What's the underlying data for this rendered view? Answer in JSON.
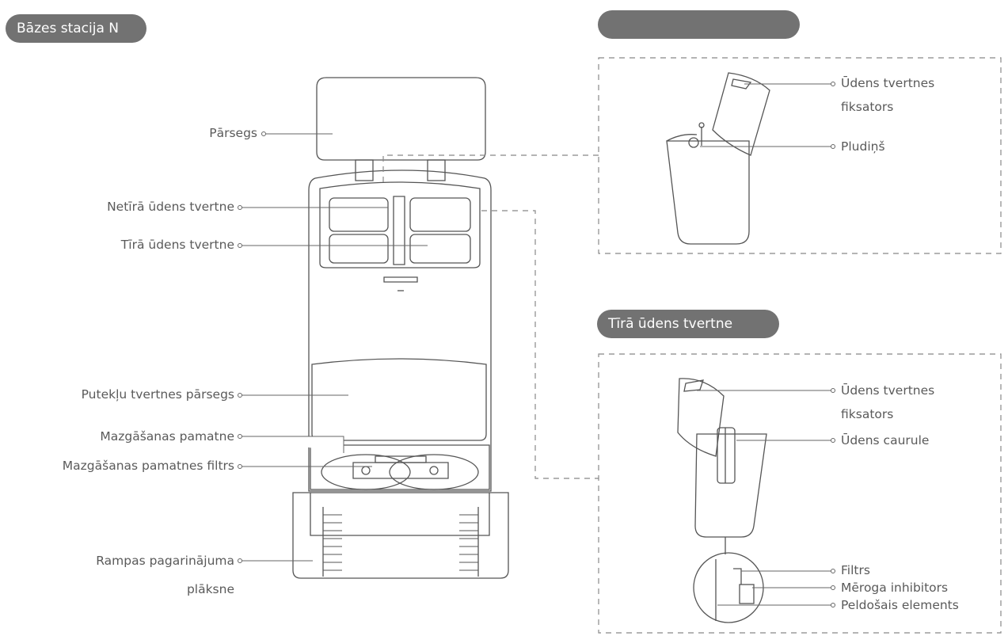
{
  "headers": {
    "base_station": "Bāzes stacija N",
    "top_right": "",
    "clean_tank": "Tīrā ūdens tvertne"
  },
  "base_labels": {
    "cover": "Pārsegs",
    "dirty_tank": "Netīrā ūdens tvertne",
    "clean_tank": "Tīrā ūdens tvertne",
    "dust_cover": "Putekļu tvertnes pārsegs",
    "wash_base": "Mazgāšanas pamatne",
    "wash_filter": "Mazgāšanas pamatnes filtrs",
    "ramp_line1": "Rampas pagarinājuma",
    "ramp_line2": "plāksne"
  },
  "dirty_tank_detail": {
    "latch_line1": "Ūdens tvertnes",
    "latch_line2": "fiksators",
    "float": "Pludiņš"
  },
  "clean_tank_detail": {
    "latch_line1": "Ūdens tvertnes",
    "latch_line2": "fiksators",
    "pipe": "Ūdens caurule",
    "filter": "Filtrs",
    "scale_inhibitor": "Mēroga inhibitors",
    "floating": "Peldošais elements"
  }
}
